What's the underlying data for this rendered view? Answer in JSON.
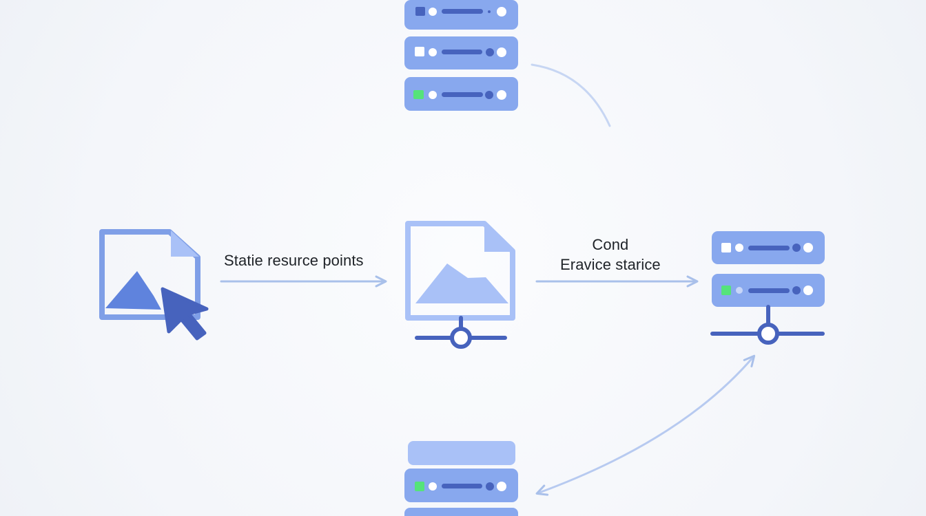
{
  "labels": {
    "static_edge": "Statie resurce points",
    "cond_edge_line1": "Cond",
    "cond_edge_line2": "Eravice starice"
  },
  "nodes": [
    {
      "id": "client-image-file",
      "icon": "image-file-with-cursor-icon"
    },
    {
      "id": "static-resource-server",
      "icon": "image-file-network-icon"
    },
    {
      "id": "top-server",
      "icon": "server-rack-icon"
    },
    {
      "id": "right-server",
      "icon": "network-server-icon"
    },
    {
      "id": "bottom-server",
      "icon": "server-rack-icon"
    }
  ],
  "colors": {
    "background": "#f5f7fb",
    "server_fill": "#88a8ee",
    "server_dark": "#4763bd",
    "file_stroke": "#7f9fe7",
    "file_fill": "#a9c1f7",
    "arrow": "#a9c0ea",
    "status_green": "#55e37a",
    "text": "#1f2328"
  }
}
